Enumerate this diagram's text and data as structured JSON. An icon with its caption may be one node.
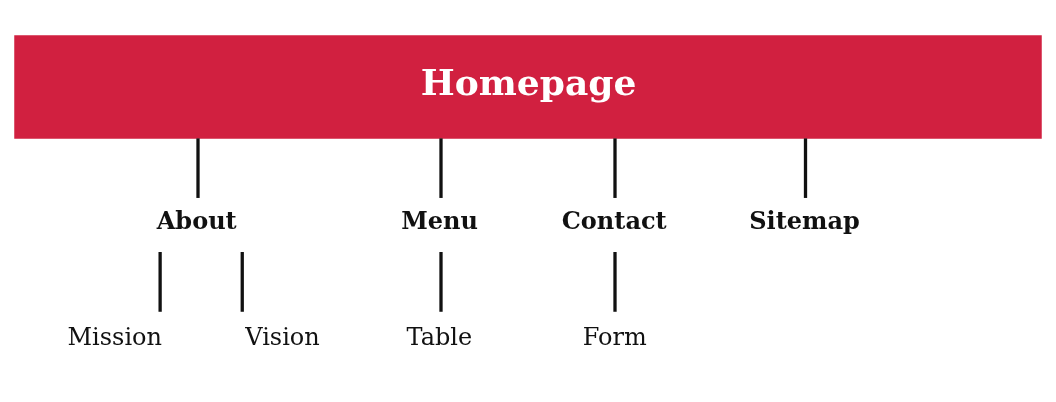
{
  "diagram": {
    "nodes": [
      {
        "text": [
          "Homepage"
        ]
      },
      {
        "text": [
          "About"
        ]
      },
      {
        "text": [
          "Menu"
        ]
      },
      {
        "text": [
          "Contact"
        ]
      },
      {
        "text": [
          "Sitemap"
        ]
      },
      {
        "text": [
          "Mission"
        ]
      },
      {
        "text": [
          "Vision"
        ]
      },
      {
        "text": [
          "Table"
        ]
      },
      {
        "text": [
          "Form"
        ]
      }
    ],
    "edges": [
      {
        "from": 0,
        "to": 1,
        "arrow": "none"
      },
      {
        "from": 0,
        "to": 2,
        "arrow": "none"
      },
      {
        "from": 0,
        "to": 3,
        "arrow": "none"
      },
      {
        "from": 0,
        "to": 4,
        "arrow": "none"
      },
      {
        "from": 1,
        "to": 5,
        "arrow": "none"
      },
      {
        "from": 1,
        "to": 6,
        "arrow": "none"
      },
      {
        "from": 2,
        "to": 7,
        "arrow": "none"
      },
      {
        "from": 3,
        "to": 8,
        "arrow": "none"
      }
    ]
  }
}
